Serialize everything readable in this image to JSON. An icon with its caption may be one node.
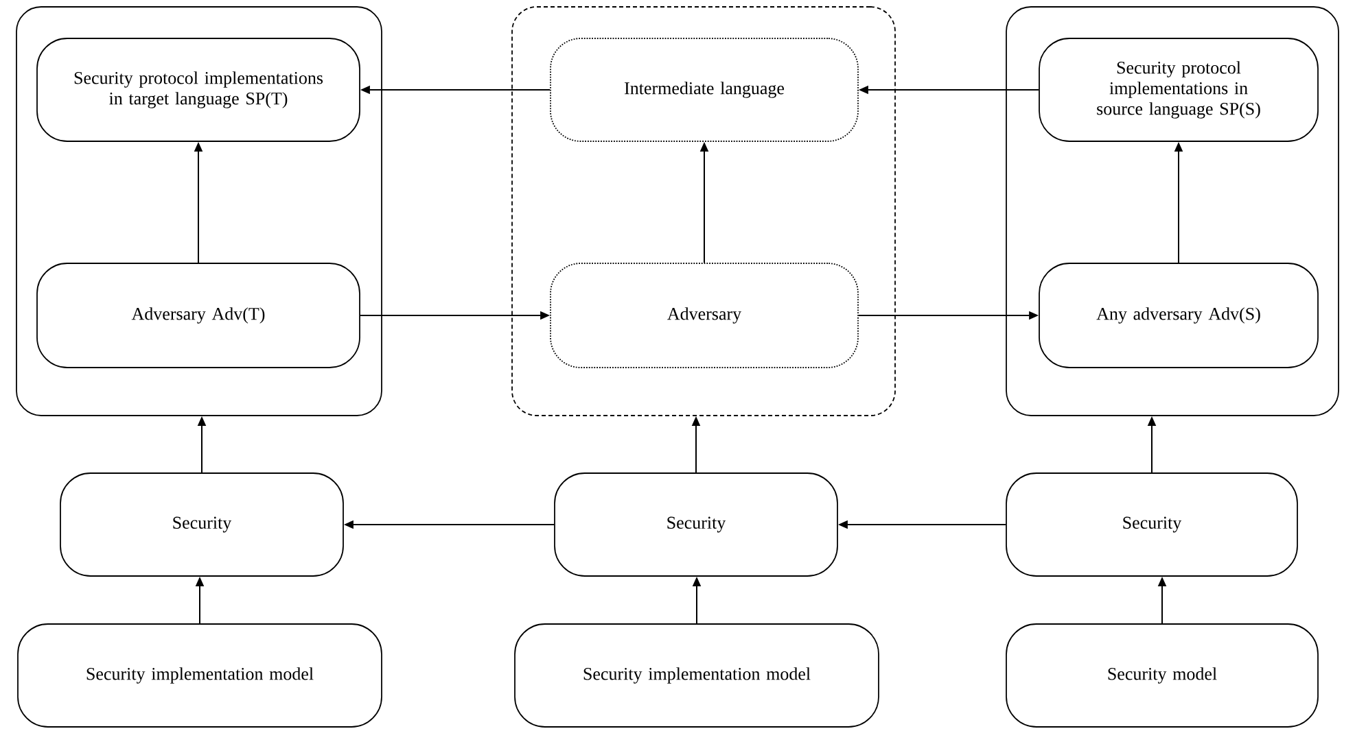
{
  "diagram": {
    "nodes": [
      {
        "text": [],
        "shape": "box"
      },
      {
        "text": [
          "Security protocol implementations in target language SP(T)"
        ],
        "in": 0
      },
      {
        "text": [
          "Adversary Adv(T)"
        ],
        "in": 0
      },
      {
        "text": [],
        "shape": "box"
      },
      {
        "text": [
          "Intermediate language"
        ],
        "in": 3
      },
      {
        "text": [
          "Adversary"
        ],
        "in": 3
      },
      {
        "text": [],
        "shape": "box"
      },
      {
        "text": [
          "Security protocol implementations in source language SP(S)"
        ],
        "in": 6
      },
      {
        "text": [
          "Any adversary Adv(S)"
        ],
        "in": 6
      },
      {
        "text": [
          "Security"
        ]
      },
      {
        "text": [
          "Security"
        ]
      },
      {
        "text": [
          "Security"
        ]
      },
      {
        "text": [
          "Security implementation model"
        ]
      },
      {
        "text": [
          "Security implementation model"
        ]
      },
      {
        "text": [
          "Security model"
        ]
      }
    ],
    "edges": [
      {
        "from": 2,
        "to": 1,
        "arrow": "to"
      },
      {
        "from": 4,
        "to": 1,
        "arrow": "to"
      },
      {
        "from": 5,
        "to": 4,
        "arrow": "to"
      },
      {
        "from": 7,
        "to": 4,
        "arrow": "to"
      },
      {
        "from": 8,
        "to": 7,
        "arrow": "to"
      },
      {
        "from": 2,
        "to": 5,
        "arrow": "to"
      },
      {
        "from": 5,
        "to": 8,
        "arrow": "to"
      },
      {
        "from": 9,
        "to": 0,
        "arrow": "to"
      },
      {
        "from": 10,
        "to": 3,
        "arrow": "to"
      },
      {
        "from": 11,
        "to": 6,
        "arrow": "to"
      },
      {
        "from": 10,
        "to": 9,
        "arrow": "to"
      },
      {
        "from": 11,
        "to": 10,
        "arrow": "to"
      },
      {
        "from": 12,
        "to": 9,
        "arrow": "to"
      },
      {
        "from": 13,
        "to": 10,
        "arrow": "to"
      },
      {
        "from": 14,
        "to": 11,
        "arrow": "to"
      }
    ]
  }
}
